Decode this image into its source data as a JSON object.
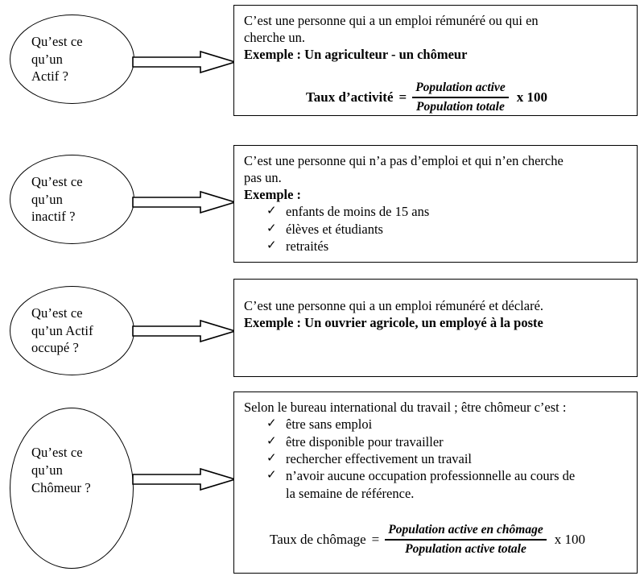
{
  "document": {
    "title": "Actif / Inactif / Actif occupé / Chômeur — fiche de définitions",
    "language": "fr"
  },
  "rows": [
    {
      "id": "actif",
      "question": "Qu’est ce\nqu’un\nActif ?",
      "arrow_label": "arrow-to-definition",
      "definition_lines": [
        {
          "text": "C’est une personne qui a un emploi rémunéré ou qui en",
          "bold": false
        },
        {
          "text": "cherche un.",
          "bold": false
        },
        {
          "text": "Exemple : Un agriculteur  - un chômeur",
          "bold": true
        }
      ],
      "bullets": [],
      "formula": {
        "label": "Taux d’activité",
        "equals": "=",
        "numerator": "Population active",
        "denominator": "Population totale",
        "multiplier": "x 100",
        "bold": true
      }
    },
    {
      "id": "inactif",
      "question": "Qu’est ce\nqu’un\ninactif ?",
      "arrow_label": "arrow-to-definition",
      "definition_lines": [
        {
          "text": "C’est une personne qui n’a pas d’emploi et qui n’en cherche",
          "bold": false
        },
        {
          "text": "pas un.",
          "bold": false
        },
        {
          "text": "Exemple :",
          "bold": true
        }
      ],
      "bullets": [
        {
          "mark": "✓",
          "text": "enfants de moins de 15 ans"
        },
        {
          "mark": "✓",
          "text": "élèves et étudiants"
        },
        {
          "mark": "✓",
          "text": "retraités"
        }
      ],
      "formula": null
    },
    {
      "id": "actif-occupe",
      "question": "Qu’est ce\nqu’un Actif\noccupé ?",
      "arrow_label": "arrow-to-definition",
      "definition_lines": [
        {
          "text": "C’est une personne qui a un emploi rémunéré et déclaré.",
          "bold": false
        },
        {
          "text": "Exemple : Un ouvrier agricole, un employé à la poste",
          "bold": true
        }
      ],
      "bullets": [],
      "formula": null
    },
    {
      "id": "chomeur",
      "question": "Qu’est ce\nqu’un\nChômeur ?",
      "arrow_label": "arrow-to-definition",
      "definition_lines": [
        {
          "text": "Selon le bureau international du travail ; être chômeur c’est :",
          "bold": false
        }
      ],
      "bullets": [
        {
          "mark": "✓",
          "text": "être sans emploi"
        },
        {
          "mark": "✓",
          "text": "être disponible pour travailler"
        },
        {
          "mark": "✓",
          "text": "rechercher effectivement un travail"
        },
        {
          "mark": "✓",
          "text": "n’avoir aucune occupation professionnelle au cours de",
          "continuation": "la semaine de référence."
        }
      ],
      "formula": {
        "label": "Taux de chômage",
        "equals": "=",
        "numerator": "Population active en chômage",
        "denominator": "Population active totale",
        "multiplier": "x 100",
        "bold": false
      }
    }
  ],
  "style": {
    "stroke_color": "#000000",
    "background_color": "#ffffff",
    "text_color": "#000000"
  }
}
